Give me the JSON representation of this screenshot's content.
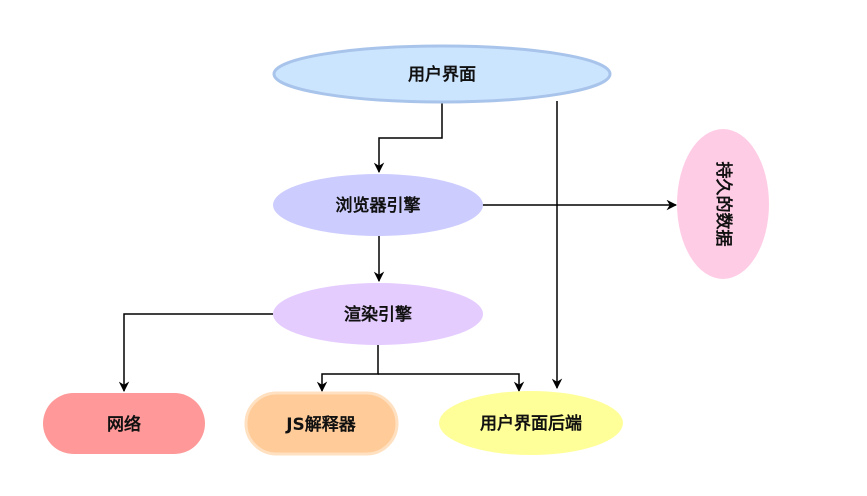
{
  "diagram": {
    "type": "flowchart",
    "nodes": {
      "user_interface": {
        "label": "用户界面",
        "fill": "#cce5ff",
        "stroke": "#a9c4eb"
      },
      "browser_engine": {
        "label": "浏览器引擎",
        "fill": "#ccccff",
        "stroke": "none"
      },
      "persistent_data": {
        "label": "持久的数据",
        "fill": "#ffcce6",
        "stroke": "none",
        "orientation": "vertical"
      },
      "rendering_engine": {
        "label": "渲染引擎",
        "fill": "#e5ccff",
        "stroke": "none"
      },
      "network": {
        "label": "网络",
        "fill": "#ff9999",
        "stroke": "none"
      },
      "js_interpreter": {
        "label": "JS解释器",
        "fill": "#ffcc99",
        "stroke": "#ffe0c0"
      },
      "ui_backend": {
        "label": "用户界面后端",
        "fill": "#ffff99",
        "stroke": "none"
      }
    },
    "edges": [
      {
        "from": "user_interface",
        "to": "browser_engine"
      },
      {
        "from": "user_interface",
        "to": "ui_backend"
      },
      {
        "from": "browser_engine",
        "to": "persistent_data"
      },
      {
        "from": "browser_engine",
        "to": "rendering_engine"
      },
      {
        "from": "rendering_engine",
        "to": "network"
      },
      {
        "from": "rendering_engine",
        "to": "js_interpreter"
      },
      {
        "from": "rendering_engine",
        "to": "ui_backend"
      }
    ],
    "edge_color": "#000000"
  }
}
